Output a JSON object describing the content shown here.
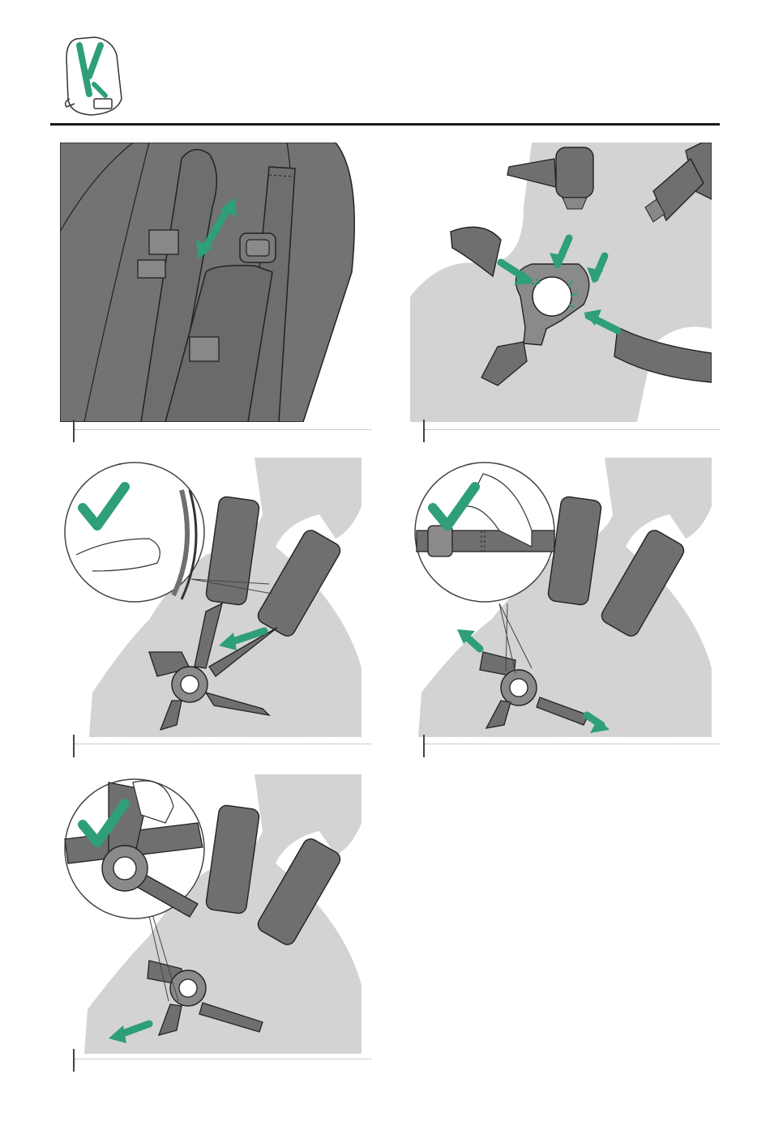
{
  "page": {
    "header_icon": "stroller-seat-harness-icon",
    "accent_color": "#2e9e7b",
    "strap_color": "#6f6f6f",
    "silhouette_color": "#d3d3d3",
    "seat_color": "#777777"
  },
  "steps": [
    {
      "id": 1,
      "illustration": "adjust-shoulder-strap-height",
      "caption": ""
    },
    {
      "id": 2,
      "illustration": "insert-buckle-tongues",
      "caption": ""
    },
    {
      "id": 3,
      "illustration": "check-harness-fit-check-icon",
      "caption": ""
    },
    {
      "id": 4,
      "illustration": "tighten-straps-check-icon",
      "caption": ""
    },
    {
      "id": 5,
      "illustration": "release-buckle-check-icon",
      "caption": ""
    }
  ]
}
